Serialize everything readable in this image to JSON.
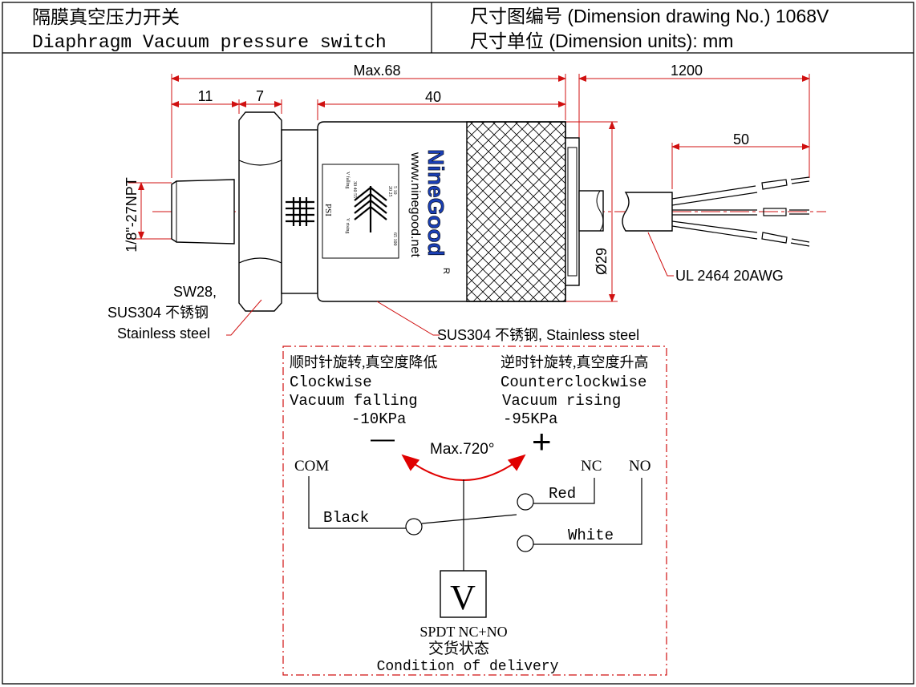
{
  "header": {
    "title_cn": "隔膜真空压力开关",
    "title_en": "Diaphragm Vacuum pressure switch",
    "drawing_no": "尺寸图编号 (Dimension drawing No.) 1068V",
    "units": "尺寸单位 (Dimension units): mm"
  },
  "dimensions": {
    "max_length": "Max.68",
    "cable_length": "1200",
    "thread_len": "11",
    "hex_len": "7",
    "body_len": "40",
    "wire_strip": "50",
    "thread": "1/8\"-27NPT",
    "diameter": "Ø29"
  },
  "callouts": {
    "hex_line1": "SW28,",
    "hex_line2": "SUS304 不锈钢",
    "hex_line3": "Stainless steel",
    "body": "SUS304 不锈钢, Stainless steel",
    "cable": "UL 2464 20AWG"
  },
  "device": {
    "brand": "NineGood",
    "registered": "R",
    "url": "www.ninegood.net",
    "unit": "PSI",
    "scale_top": "5 10",
    "scale_mid": "20 25",
    "scale_low": "30 40 55",
    "scale_bottom": "65 100",
    "scale_left": "V falling",
    "scale_right": "V rising"
  },
  "schematic": {
    "cw_cn": "顺时针旋转,真空度降低",
    "cw_en": "Clockwise",
    "cw_vac": "Vacuum falling",
    "cw_value": "-10KPa",
    "ccw_cn": "逆时针旋转,真空度升高",
    "ccw_en": "Counterclockwise",
    "ccw_vac": "Vacuum rising",
    "ccw_value": "-95KPa",
    "minus": "—",
    "plus": "+",
    "rotation": "Max.720°",
    "com": "COM",
    "nc": "NC",
    "no": "NO",
    "red": "Red",
    "black": "Black",
    "white": "White",
    "v": "V",
    "config": "SPDT NC+NO",
    "delivery_cn": "交货状态",
    "delivery_en": "Condition of delivery"
  },
  "colors": {
    "line": "#000000",
    "callout": "#d01010",
    "arrow": "#e00000"
  }
}
